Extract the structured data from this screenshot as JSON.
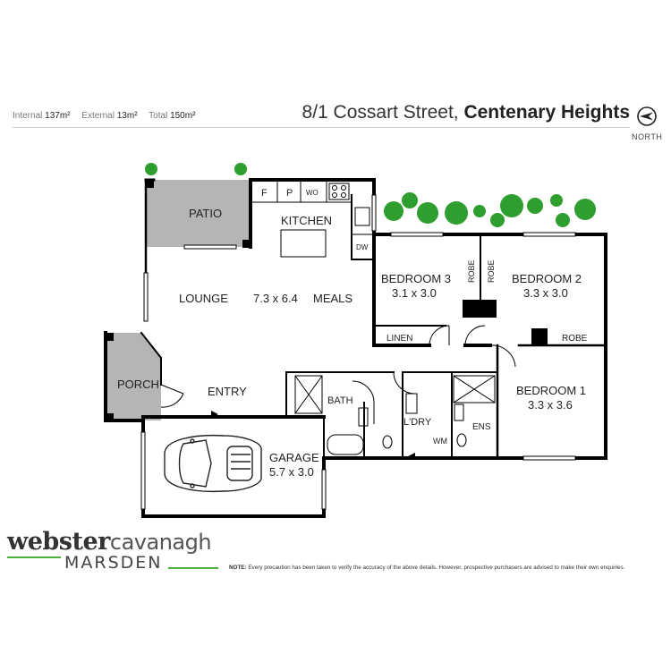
{
  "header": {
    "internal_label": "Internal",
    "internal_value": "137m²",
    "external_label": "External",
    "external_value": "13m²",
    "total_label": "Total",
    "total_value": "150m²",
    "address_street": "8/1 Cossart Street,",
    "address_suburb": "Centenary Heights",
    "north_label": "NORTH"
  },
  "rooms": {
    "patio": "PATIO",
    "kitchen": "KITCHEN",
    "fridge": "F",
    "pantry": "P",
    "wall_oven": "WO",
    "dishwasher": "DW",
    "lounge": "LOUNGE",
    "living_dims": "7.3 x 6.4",
    "meals": "MEALS",
    "porch": "PORCH",
    "entry": "ENTRY",
    "bedroom3": "BEDROOM 3",
    "bedroom3_dims": "3.1 x 3.0",
    "robe_a": "ROBE",
    "robe_b": "ROBE",
    "bedroom2": "BEDROOM 2",
    "bedroom2_dims": "3.3 x 3.0",
    "linen": "LINEN",
    "robe_c": "ROBE",
    "bath": "BATH",
    "laundry": "L'DRY",
    "washing_machine": "WM",
    "ensuite": "ENS",
    "bedroom1": "BEDROOM 1",
    "bedroom1_dims": "3.3 x 3.6",
    "garage": "GARAGE",
    "garage_dims": "5.7 x 3.0"
  },
  "branding": {
    "logo_part1": "webster",
    "logo_part2": "cavanagh",
    "logo_bottom": "MARSDEN",
    "note_label": "NOTE:",
    "note_text": "Every precaution has been taken to verify the accuracy of the above details. However, prospective purchasers are advised to make their own enquiries."
  },
  "colors": {
    "wall": "#000000",
    "outdoor_fill": "#b5b5b5",
    "plant": "#2e9e2e",
    "brand_green": "#4caf3c"
  }
}
